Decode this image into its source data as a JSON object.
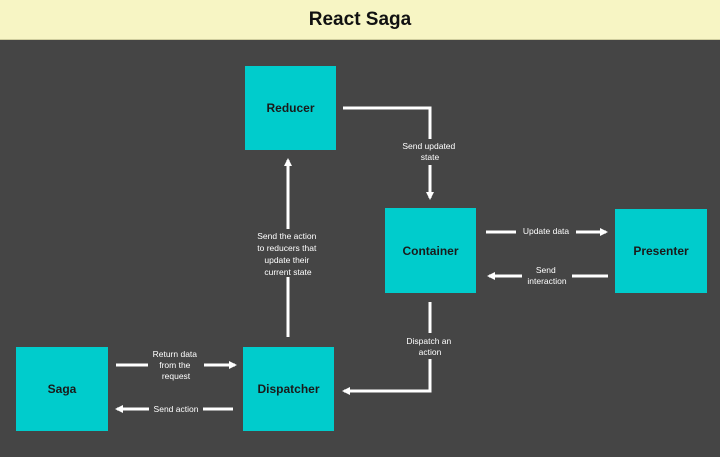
{
  "title": "React Saga",
  "colors": {
    "node": "#00cccc",
    "background": "#454545",
    "header": "#f7f5c4",
    "arrow": "#ffffff"
  },
  "nodes": {
    "reducer": "Reducer",
    "container": "Container",
    "presenter": "Presenter",
    "saga": "Saga",
    "dispatcher": "Dispatcher"
  },
  "edges": {
    "send_updated_state": [
      "Send updated",
      "state"
    ],
    "update_data": [
      "Update data"
    ],
    "send_interaction": [
      "Send",
      "interaction"
    ],
    "send_to_reducers": [
      "Send the action",
      "to reducers that",
      "update their",
      "current state"
    ],
    "dispatch_action": [
      "Dispatch an",
      "action"
    ],
    "return_data": [
      "Return data",
      "from the",
      "request"
    ],
    "send_action": [
      "Send action"
    ]
  }
}
